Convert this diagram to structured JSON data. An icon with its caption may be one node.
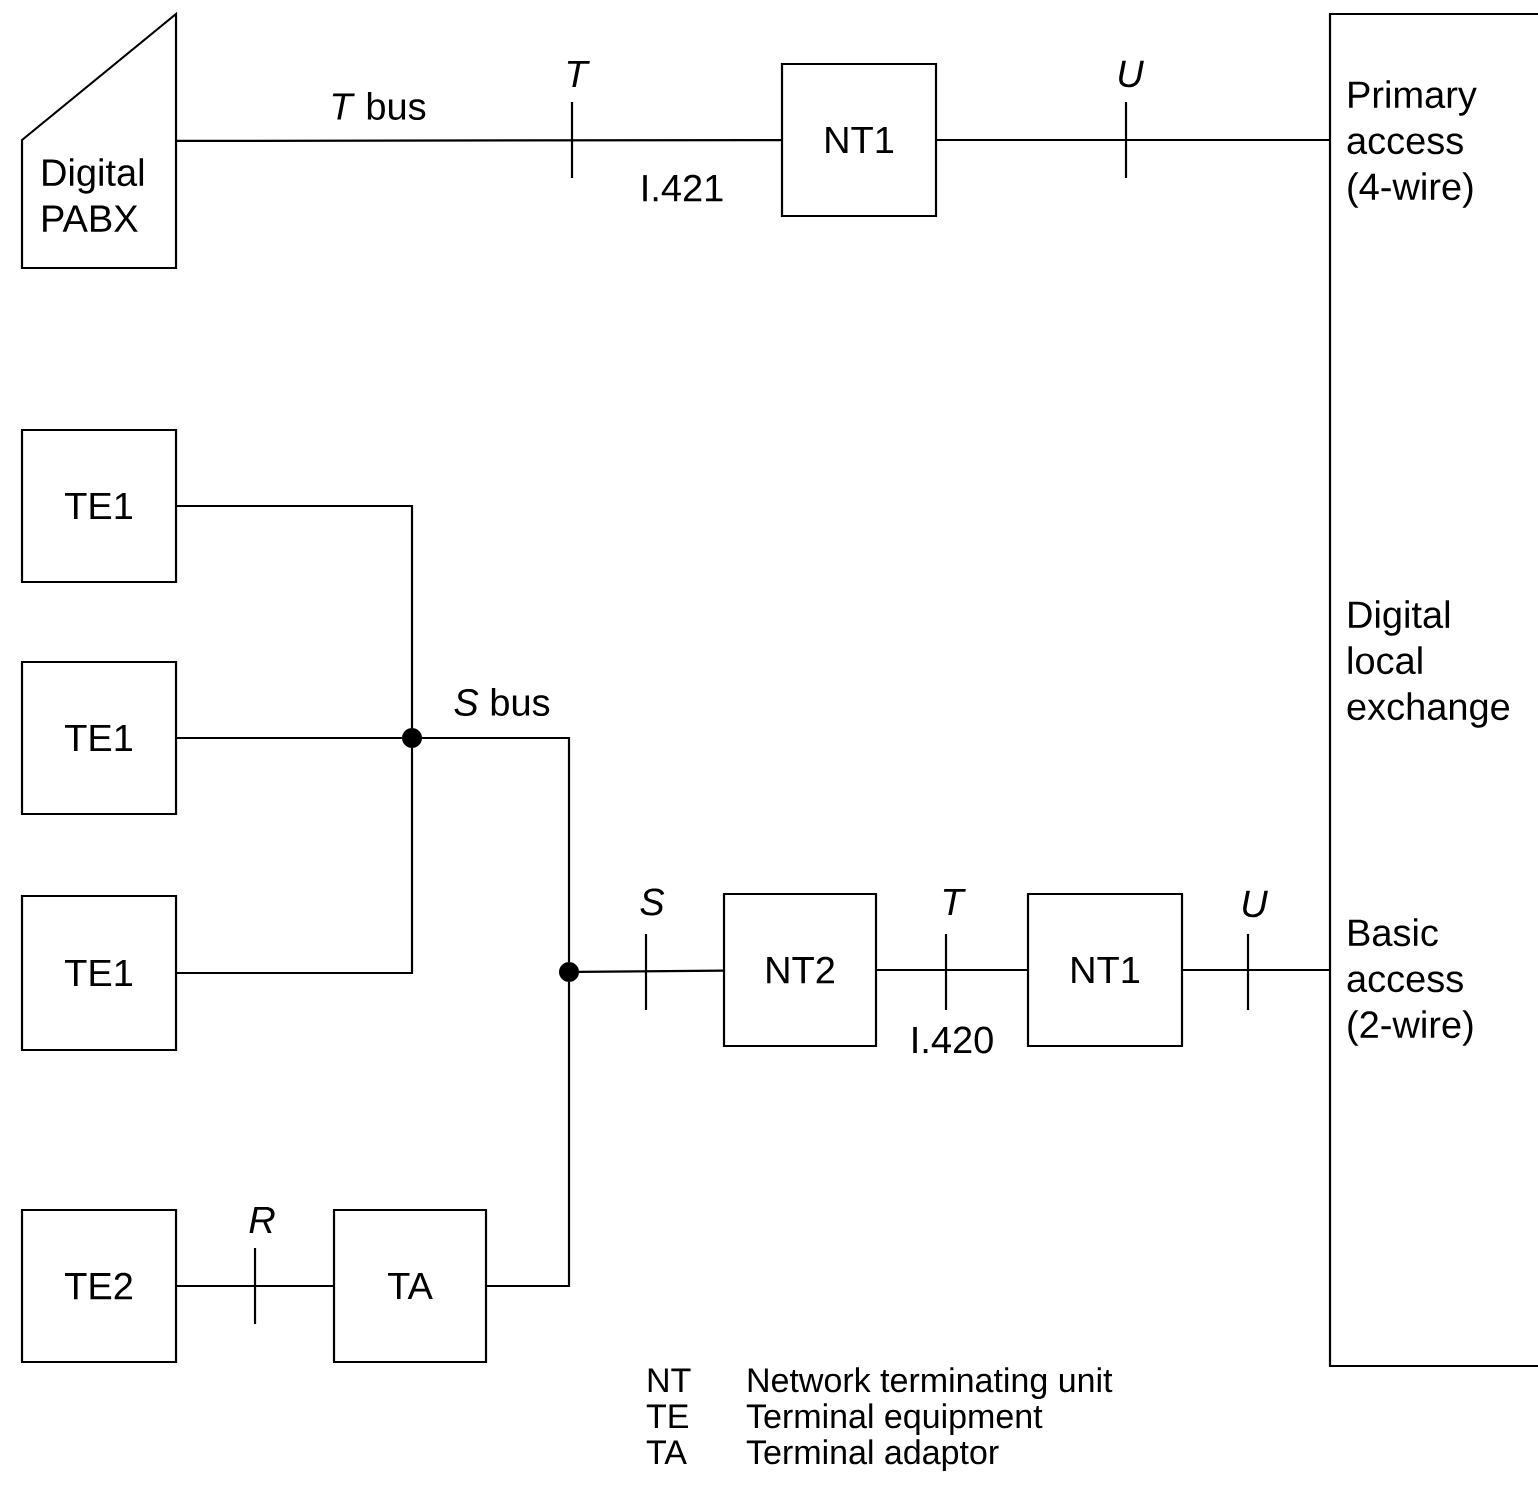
{
  "diagram": {
    "nodes": [
      {
        "text": [
          "Digital PABX"
        ]
      },
      {
        "text": [
          "NT1"
        ]
      },
      {
        "text": [
          "Primary access (4-wire)",
          "Digital local exchange",
          "Basic access (2-wire)"
        ]
      },
      {
        "text": [
          "TE1"
        ]
      },
      {
        "text": [
          "TE1"
        ]
      },
      {
        "text": [
          "TE1"
        ]
      },
      {
        "text": [],
        "shape": "circle"
      },
      {
        "text": [],
        "shape": "circle"
      },
      {
        "text": [
          "NT2"
        ]
      },
      {
        "text": [
          "NT1"
        ]
      },
      {
        "text": [
          "TE2"
        ]
      },
      {
        "text": [
          "TA"
        ]
      }
    ],
    "edges": [
      {
        "from": 0,
        "to": 1,
        "arrow": "none",
        "label": "*T* bus"
      },
      {
        "from": 1,
        "to": 2,
        "arrow": "none"
      },
      {
        "from": 3,
        "to": 6,
        "arrow": "none"
      },
      {
        "from": 4,
        "to": 6,
        "arrow": "none"
      },
      {
        "from": 5,
        "to": 6,
        "arrow": "none"
      },
      {
        "from": 6,
        "to": 7,
        "arrow": "none",
        "label": "*S* bus"
      },
      {
        "from": 11,
        "to": 7,
        "arrow": "none"
      },
      {
        "from": 7,
        "to": 8,
        "arrow": "none"
      },
      {
        "from": 8,
        "to": 9,
        "arrow": "none"
      },
      {
        "from": 9,
        "to": 2,
        "arrow": "none"
      },
      {
        "from": 10,
        "to": 11,
        "arrow": "none"
      }
    ],
    "labels": [
      "T",
      "U",
      "I.421",
      "S",
      "T",
      "U",
      "I.420",
      "R",
      "NT",
      "Network terminating unit",
      "TE",
      "Terminal equipment",
      "TA",
      "Terminal adaptor"
    ]
  }
}
